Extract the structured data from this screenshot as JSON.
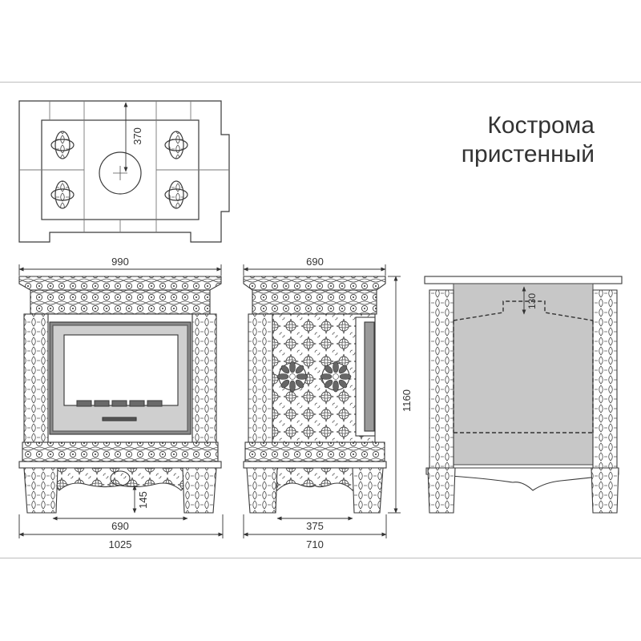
{
  "title": {
    "line1": "Кострома",
    "line2": "пристенный"
  },
  "views": {
    "top": {
      "dims": {
        "flue_offset": "370"
      }
    },
    "front": {
      "dims": {
        "top_width": "990",
        "base_width": "1025",
        "arch_width": "690",
        "arch_height": "145"
      }
    },
    "side": {
      "dims": {
        "top_width": "690",
        "base_width": "710",
        "inner_width": "375",
        "height": "1160"
      }
    },
    "section": {
      "dims": {
        "offset": "130"
      }
    }
  },
  "colors": {
    "line": "#3a3a3a",
    "section_fill": "#c7c7c7",
    "firebox_glass": "#ffffff",
    "frame": "#8a8a8a",
    "rule": "#bdbdbd"
  }
}
